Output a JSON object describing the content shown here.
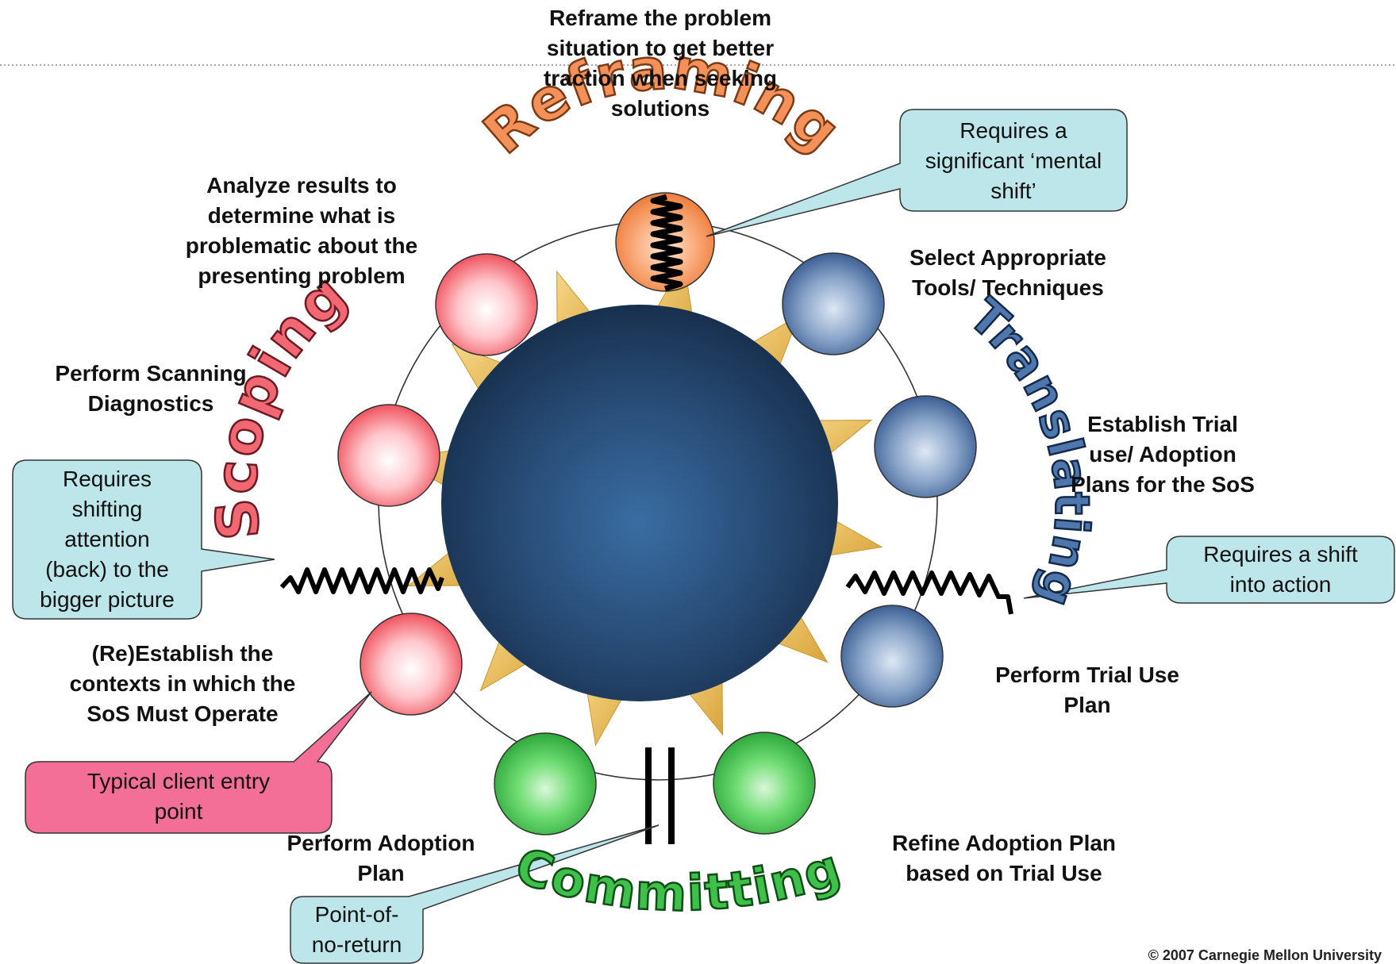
{
  "colors": {
    "scoping": "#f05a64",
    "reframing": "#f07e3a",
    "translating": "#3d6397",
    "committing": "#3fc04a",
    "core": "#2a4d77",
    "callout_blue": "#bde6ea",
    "callout_pink": "#f46f98"
  },
  "phases": {
    "reframing": "Reframing",
    "scoping": "Scoping",
    "translating": "Translating",
    "committing": "Committing"
  },
  "labels": {
    "reframe": [
      "Reframe the problem",
      "situation to get better",
      "traction when seeking",
      "solutions"
    ],
    "analyze": [
      "Analyze results to",
      "determine what is",
      "problematic about the",
      "presenting problem"
    ],
    "select": [
      "Select Appropriate",
      "Tools/ Techniques"
    ],
    "scanning": [
      "Perform Scanning",
      "Diagnostics"
    ],
    "establish_trial": [
      "Establish Trial",
      "use/ Adoption",
      "Plans for the SoS"
    ],
    "reestablish": [
      "(Re)Establish the",
      "contexts in which the",
      "SoS Must Operate"
    ],
    "perform_trial": [
      "Perform Trial Use",
      "Plan"
    ],
    "perform_adoption": [
      "Perform Adoption",
      "Plan"
    ],
    "refine_adoption": [
      "Refine Adoption Plan",
      "based on Trial Use"
    ]
  },
  "callouts": {
    "mental_shift": [
      "Requires a",
      "significant ‘mental",
      "shift’"
    ],
    "shifting_attention": [
      "Requires",
      "shifting",
      "attention",
      "(back) to the",
      "bigger picture"
    ],
    "shift_action": [
      "Requires a shift",
      "into action"
    ],
    "entry_point": [
      "Typical client entry",
      "point"
    ],
    "no_return": [
      "Point-of-",
      "no-return"
    ]
  },
  "footer": "© 2007 Carnegie Mellon University"
}
